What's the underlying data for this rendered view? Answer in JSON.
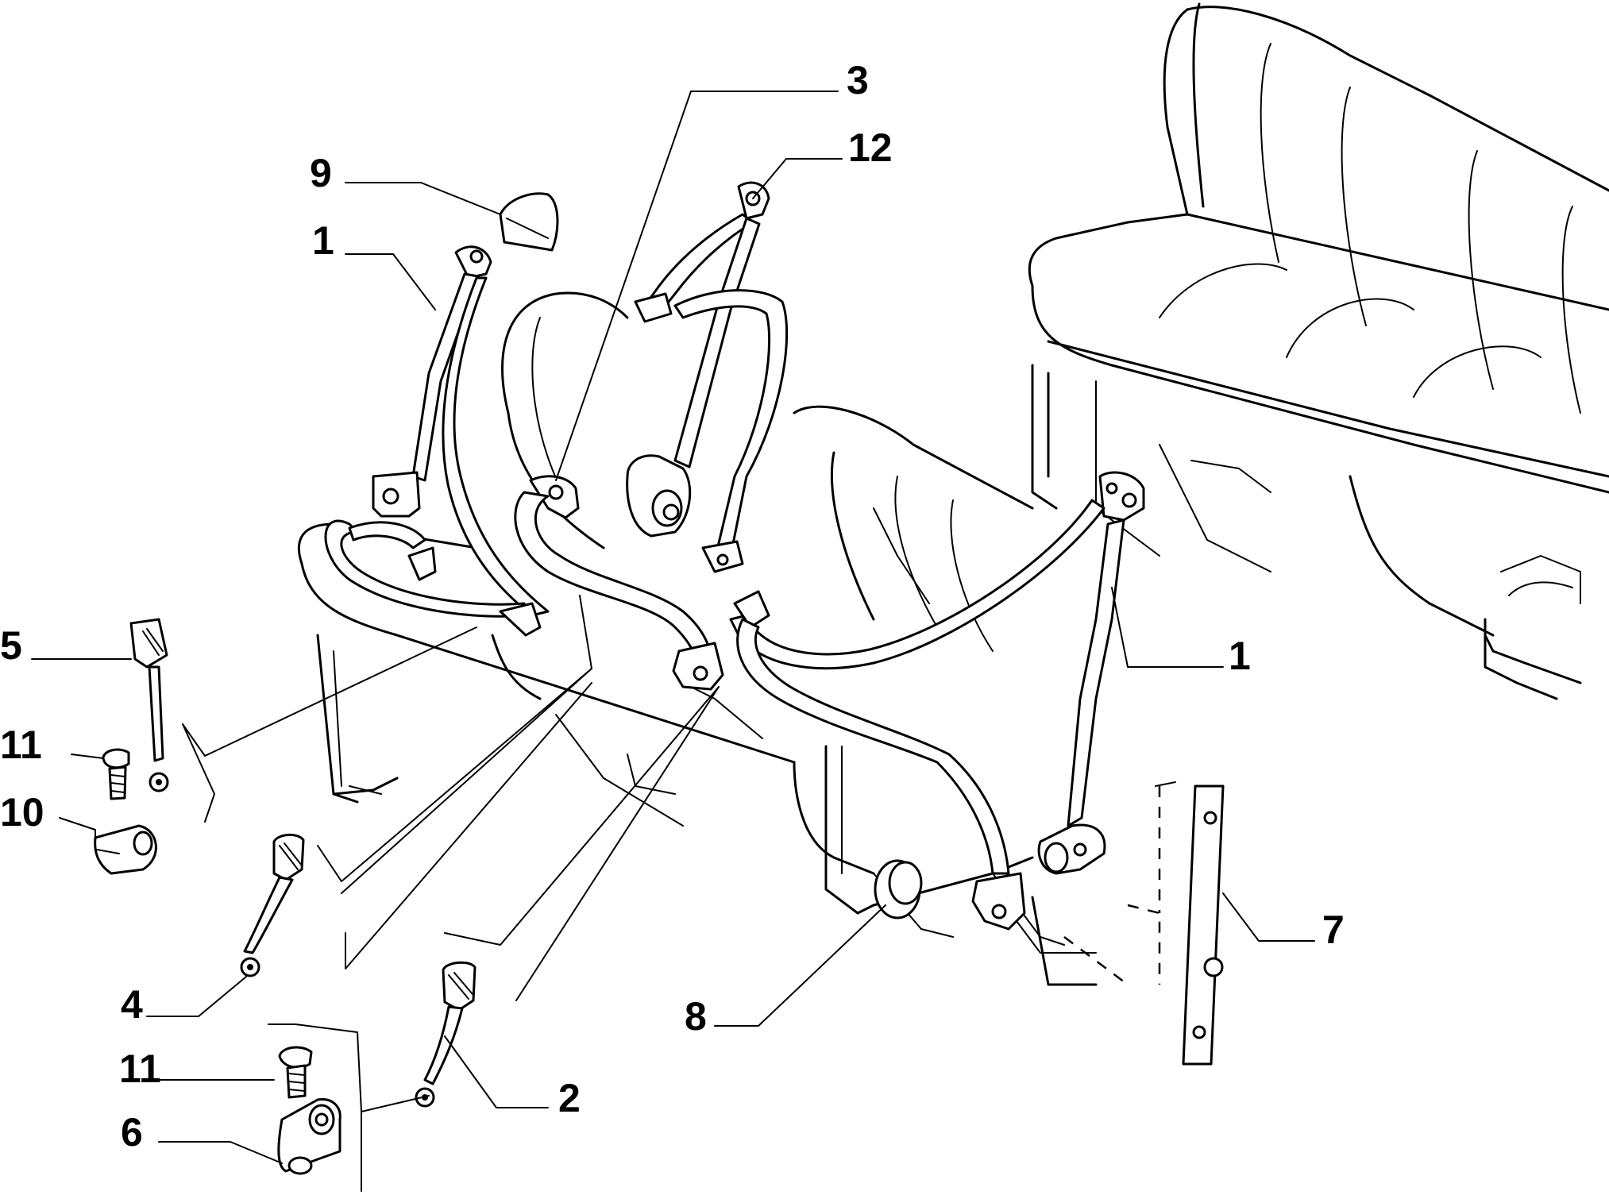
{
  "callouts": [
    {
      "key": "c9",
      "text": "9"
    },
    {
      "key": "c1a",
      "text": "1"
    },
    {
      "key": "c3",
      "text": "3"
    },
    {
      "key": "c12",
      "text": "12"
    },
    {
      "key": "c5",
      "text": "5"
    },
    {
      "key": "c11a",
      "text": "11"
    },
    {
      "key": "c10",
      "text": "10"
    },
    {
      "key": "c1b",
      "text": "1"
    },
    {
      "key": "c7",
      "text": "7"
    },
    {
      "key": "c8",
      "text": "8"
    },
    {
      "key": "c4",
      "text": "4"
    },
    {
      "key": "c11b",
      "text": "11"
    },
    {
      "key": "c2",
      "text": "2"
    },
    {
      "key": "c6",
      "text": "6"
    }
  ]
}
